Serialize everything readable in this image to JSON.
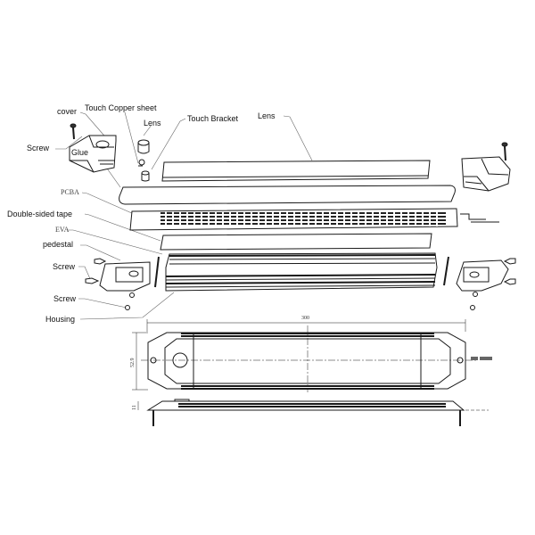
{
  "diagram": {
    "type": "exploded-assembly-view",
    "labels": {
      "cover": "cover",
      "touch_copper_sheet": "Touch Copper sheet",
      "lens_small": "Lens",
      "touch_bracket": "Touch Bracket",
      "lens_large": "Lens",
      "screw_top": "Screw",
      "glue": "Glue",
      "pcba": "PCBA",
      "double_sided_tape": "Double-sided tape",
      "eva": "EVA",
      "pedestal": "pedestal",
      "screw_mid": "Screw",
      "screw_bottom": "Screw",
      "housing": "Housing"
    },
    "dimensions": {
      "length": "300",
      "width": "52.9",
      "height": "11"
    },
    "colors": {
      "line": "#1a1a1a",
      "leader": "#555555",
      "background": "#ffffff"
    }
  }
}
